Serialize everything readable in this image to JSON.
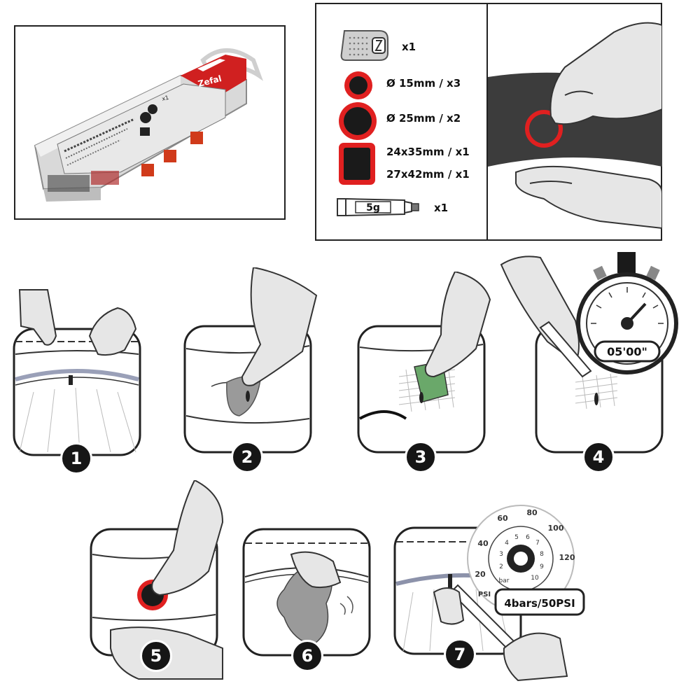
{
  "product": {
    "brand": "Zefal",
    "box_count": "x1"
  },
  "kit_items": [
    {
      "icon": "scraper-icon",
      "label": "x1"
    },
    {
      "icon": "small-patch-icon",
      "label": "Ø 15mm / x3"
    },
    {
      "icon": "medium-patch-icon",
      "label": "Ø 25mm / x2"
    },
    {
      "icon": "rect-patch-icon",
      "label": "24x35mm / x1"
    },
    {
      "icon": "rect-patch-icon",
      "label": "27x42mm / x1"
    },
    {
      "icon": "glue-tube-icon",
      "label": "x1",
      "tube_label": "5g"
    }
  ],
  "steps": [
    {
      "number": "1"
    },
    {
      "number": "2"
    },
    {
      "number": "3"
    },
    {
      "number": "4",
      "timer": "05'00\""
    },
    {
      "number": "5"
    },
    {
      "number": "6"
    },
    {
      "number": "7",
      "pressure": "4bars/50PSI",
      "gauge_ticks": [
        "20",
        "40",
        "60",
        "80",
        "100",
        "120"
      ],
      "gauge_inner": [
        "2",
        "3",
        "4",
        "5",
        "6",
        "7",
        "8",
        "9",
        "10"
      ],
      "gauge_units": [
        "PSI",
        "bar"
      ]
    }
  ],
  "colors": {
    "accent": "#e02020",
    "dark": "#1a1a1a",
    "hand": "#e6e6e6",
    "tube": "#3c3c3c"
  }
}
